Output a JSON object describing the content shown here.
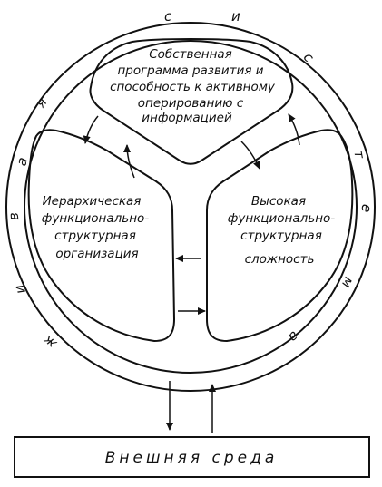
{
  "diagram": {
    "ring_letters": [
      "с",
      "и",
      "с",
      "т",
      "е",
      "м",
      "а",
      "ж",
      "и",
      "в",
      "а",
      "я"
    ],
    "blocks": {
      "top": {
        "lines": [
          "Собственная",
          "программа развития и",
          "способность к активному",
          "оперированию с",
          "информацией"
        ]
      },
      "left": {
        "lines": [
          "Иерархическая",
          "функционально-",
          "структурная",
          "организация"
        ]
      },
      "right": {
        "lines": [
          "Высокая",
          "функционально-",
          "структурная",
          "сложность"
        ]
      }
    },
    "environment": {
      "label": "Внешняя среда"
    }
  }
}
